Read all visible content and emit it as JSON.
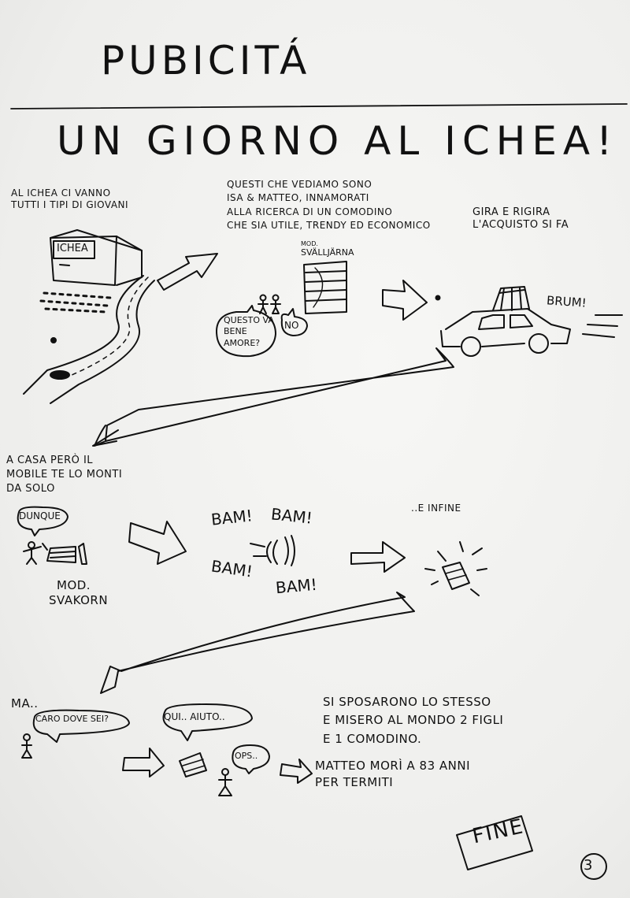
{
  "page": {
    "title": "PUBICITÁ",
    "subtitle": "UN GIORNO AL ICHEA!",
    "page_number": "3"
  },
  "panels": {
    "intro": {
      "lines": [
        "AL ICHEA CI VANNO",
        "TUTTI I TIPI DI GIOVANI"
      ],
      "building_sign": "ICHEA"
    },
    "couple": {
      "lines": [
        "QUESTI CHE VEDIAMO SONO",
        "ISA & MATTEO, INNAMORATI",
        "ALLA RICERCA DI UN COMODINO",
        "CHE SIA UTILE, TRENDY ED ECONOMICO"
      ],
      "model_lines": [
        "MOD.",
        "SVÄLLJÄRNA"
      ],
      "bubble_isa_lines": [
        "QUESTO VA",
        "BENE",
        "AMORE?"
      ],
      "bubble_matteo": "NO"
    },
    "car": {
      "lines": [
        "GIRA E RIGIRA",
        "L'ACQUISTO SI FA"
      ],
      "sound": "BRUM!"
    },
    "assembly": {
      "lines": [
        "A CASA PERÒ IL",
        "MOBILE TE LO MONTI",
        "DA SOLO"
      ],
      "bubble": "DUNQUE",
      "model_lines": [
        "MOD.",
        "SVAKORN"
      ]
    },
    "bam": {
      "words": [
        "BAM!",
        "BAM!",
        "BAM!",
        "BAM!"
      ]
    },
    "finally": {
      "text": "..E INFINE"
    },
    "ending": {
      "ma": "MA..",
      "bubble_caro": "CARO DOVE SEI?",
      "bubble_qui": "QUI.. AIUTO..",
      "bubble_ops": "OPS..",
      "married_lines": [
        "SI SPOSARONO LO STESSO",
        "E MISERO AL MONDO 2 FIGLI",
        "E 1 COMODINO."
      ],
      "death_lines": [
        "MATTEO MORÌ A 83 ANNI",
        "PER TERMITI"
      ],
      "fine": "FINE"
    }
  }
}
